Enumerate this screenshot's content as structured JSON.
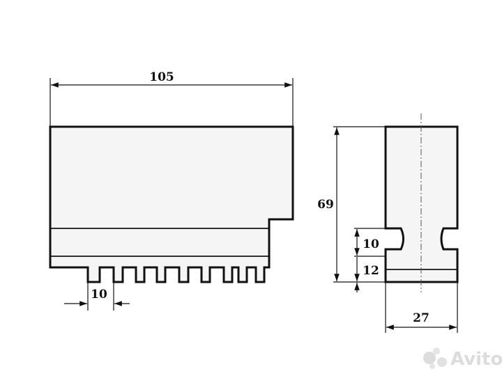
{
  "dimensions": {
    "front_width": "105",
    "tooth_pitch": "10",
    "side_height": "69",
    "side_slot": "10",
    "side_base": "12",
    "side_width": "27"
  },
  "watermark": {
    "text": "Avito"
  }
}
